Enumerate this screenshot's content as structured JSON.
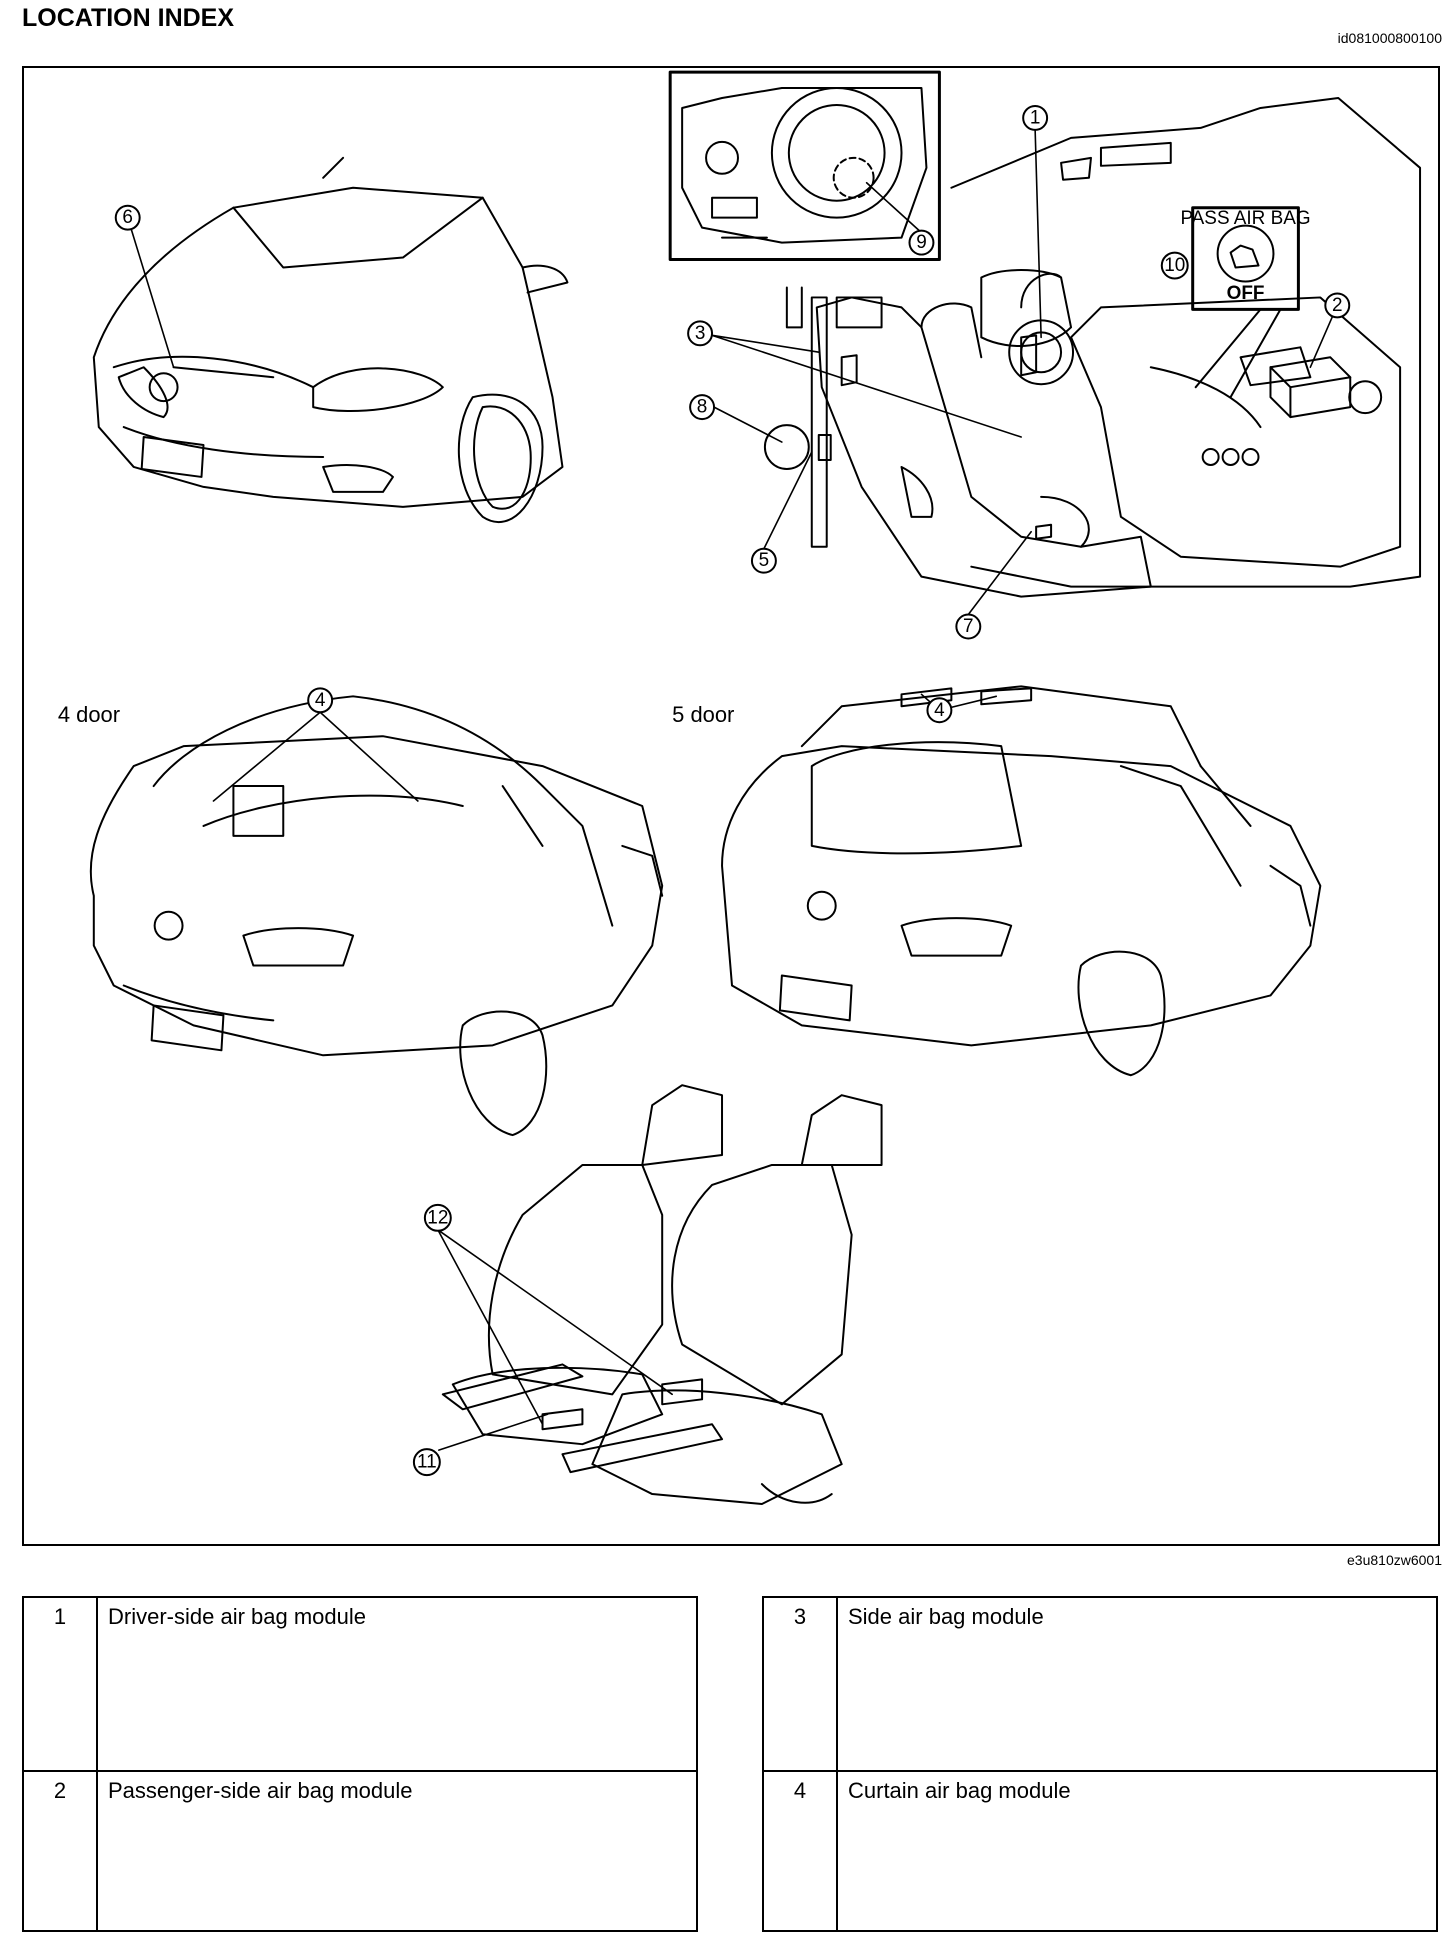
{
  "header": {
    "title": "LOCATION INDEX",
    "doc_id": "id081000800100"
  },
  "figure": {
    "figure_id": "e3u810zw6001",
    "label_4door": "4 door",
    "label_5door": "5 door",
    "indicator_text": "PASS AIR BAG",
    "indicator_off": "OFF",
    "callouts": [
      "1",
      "2",
      "3",
      "4",
      "4",
      "5",
      "6",
      "7",
      "8",
      "9",
      "10",
      "11",
      "12"
    ]
  },
  "index_table": [
    {
      "no": "1",
      "name": "Driver-side air bag module"
    },
    {
      "no": "2",
      "name": "Passenger-side air bag module"
    },
    {
      "no": "3",
      "name": "Side air bag module"
    },
    {
      "no": "4",
      "name": "Curtain air bag module"
    }
  ]
}
